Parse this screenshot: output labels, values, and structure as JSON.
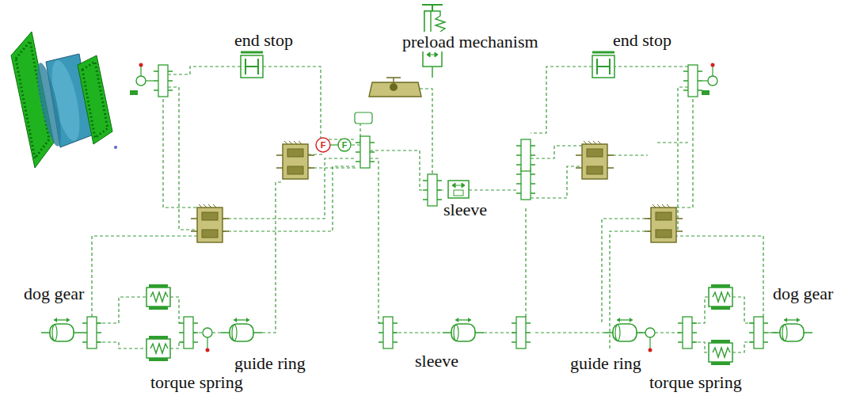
{
  "diagram": {
    "labels": [
      "preload mechanism",
      "end stop",
      "end stop",
      "F",
      "F",
      "sleeve",
      "dog gear",
      "dog gear",
      "guide ring",
      "sleeve",
      "guide ring",
      "torque spring",
      "torque spring"
    ]
  }
}
